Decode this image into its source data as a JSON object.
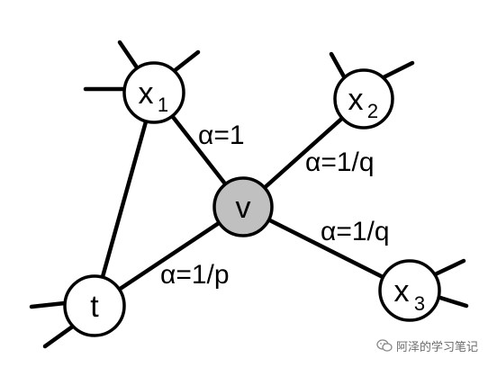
{
  "colors": {
    "stroke": "#000000",
    "node_fill": "#ffffff",
    "center_fill": "#c0c0c0",
    "watermark": "#6b6b6b"
  },
  "nodes": {
    "x1": {
      "label": "x",
      "sub": "1"
    },
    "x2": {
      "label": "x",
      "sub": "2"
    },
    "x3": {
      "label": "x",
      "sub": "3"
    },
    "v": {
      "label": "v"
    },
    "t": {
      "label": "t"
    }
  },
  "edges": {
    "v_x1": {
      "label": "α=1"
    },
    "v_x2": {
      "label": "α=1/q"
    },
    "v_x3": {
      "label": "α=1/q"
    },
    "v_t": {
      "label": "α=1/p"
    }
  },
  "watermark": {
    "icon": "wechat-icon",
    "text": "阿泽的学习笔记"
  }
}
